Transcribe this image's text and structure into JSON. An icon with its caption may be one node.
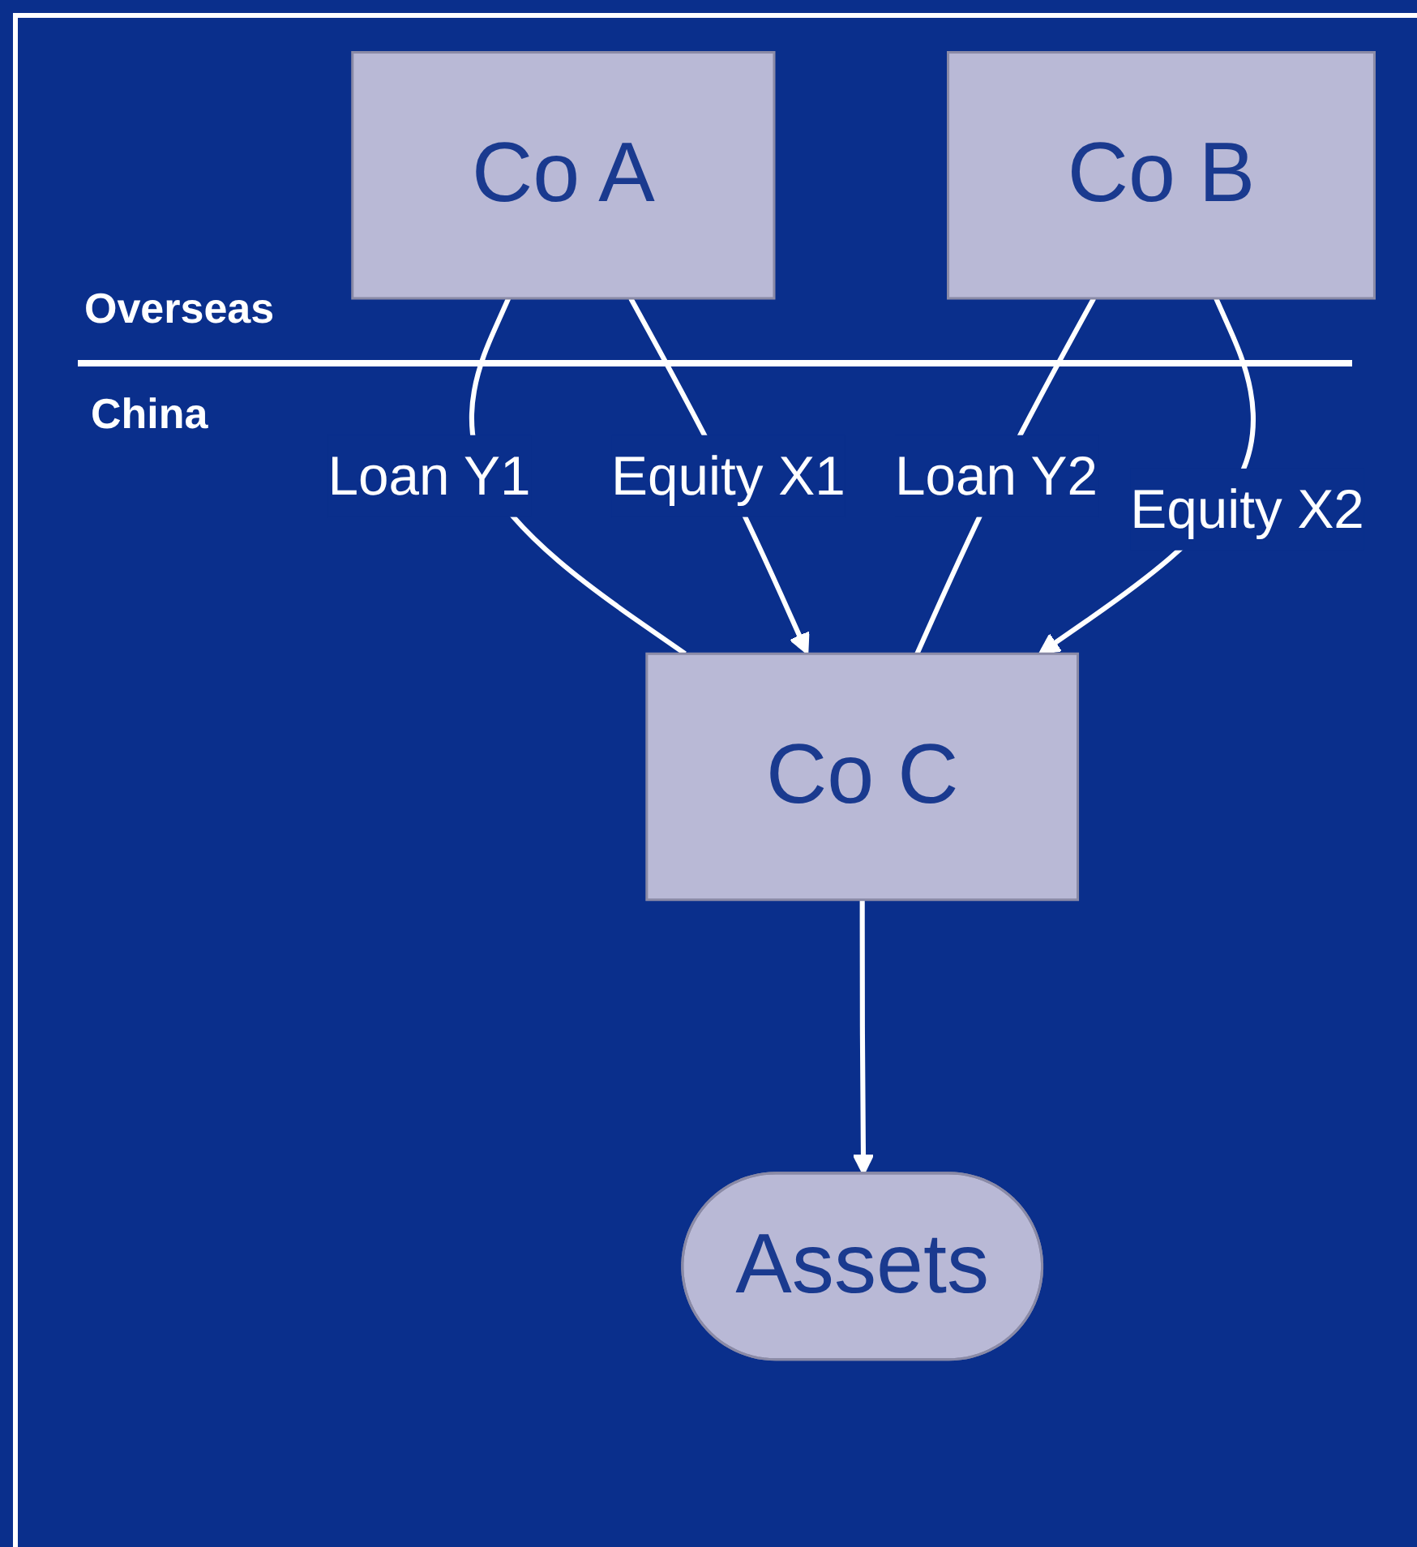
{
  "diagram": {
    "nodes": [
      {
        "text": [
          "Co A"
        ]
      },
      {
        "text": [
          "Co B"
        ]
      },
      {
        "text": [
          "Co C"
        ]
      },
      {
        "text": [
          "Assets"
        ]
      }
    ],
    "edges": [
      {
        "from": 0,
        "to": 2,
        "arrow": "none",
        "label": "Loan Y1"
      },
      {
        "from": 0,
        "to": 2,
        "arrow": "to",
        "label": "Equity X1"
      },
      {
        "from": 1,
        "to": 2,
        "arrow": "none",
        "label": "Loan Y2"
      },
      {
        "from": 1,
        "to": 2,
        "arrow": "to",
        "label": "Equity X2"
      },
      {
        "from": 2,
        "to": 3,
        "arrow": "to"
      }
    ],
    "labels": [
      "Overseas",
      "China"
    ]
  }
}
